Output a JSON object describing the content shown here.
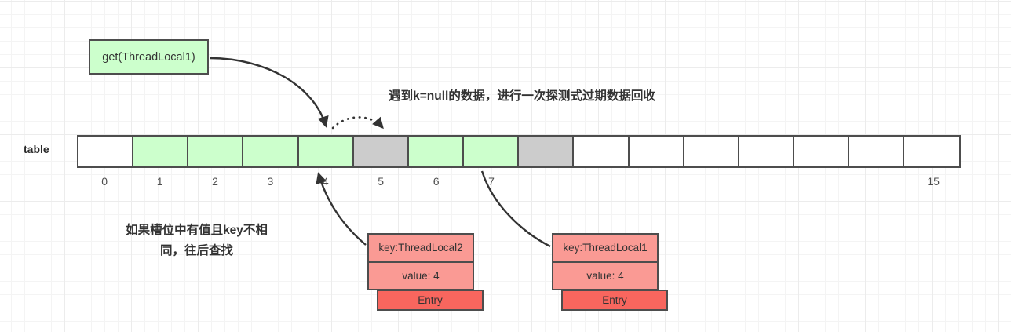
{
  "diagram": {
    "call_box": {
      "label": "get(ThreadLocal1)"
    },
    "table": {
      "label": "table",
      "cells": [
        {
          "index": "0",
          "state": "empty"
        },
        {
          "index": "1",
          "state": "occupied"
        },
        {
          "index": "2",
          "state": "occupied"
        },
        {
          "index": "3",
          "state": "occupied"
        },
        {
          "index": "4",
          "state": "occupied"
        },
        {
          "index": "5",
          "state": "stale"
        },
        {
          "index": "6",
          "state": "occupied"
        },
        {
          "index": "7",
          "state": "occupied"
        },
        {
          "index": "8",
          "state": "stale"
        },
        {
          "index": "9",
          "state": "empty"
        },
        {
          "index": "10",
          "state": "empty"
        },
        {
          "index": "11",
          "state": "empty"
        },
        {
          "index": "12",
          "state": "empty"
        },
        {
          "index": "13",
          "state": "empty"
        },
        {
          "index": "14",
          "state": "empty"
        },
        {
          "index": "15",
          "state": "empty"
        }
      ],
      "visible_index_labels": [
        "0",
        "1",
        "2",
        "3",
        "4",
        "5",
        "6",
        "7",
        "15"
      ]
    },
    "notes": {
      "top": "遇到k=null的数据，进行一次探测式过期数据回收",
      "bottom_line1": "如果槽位中有值且key不相",
      "bottom_line2": "同，往后查找"
    },
    "entries": [
      {
        "key": "key:ThreadLocal2",
        "value": "value: 4",
        "tag": "Entry"
      },
      {
        "key": "key:ThreadLocal1",
        "value": "value: 4",
        "tag": "Entry"
      }
    ],
    "colors": {
      "occupied": "#ccffcc",
      "stale": "#cccccc",
      "empty": "#ffffff",
      "entry_kv": "#fa9a94",
      "entry_tag": "#f8665e",
      "stroke": "#4d4d4d"
    }
  }
}
